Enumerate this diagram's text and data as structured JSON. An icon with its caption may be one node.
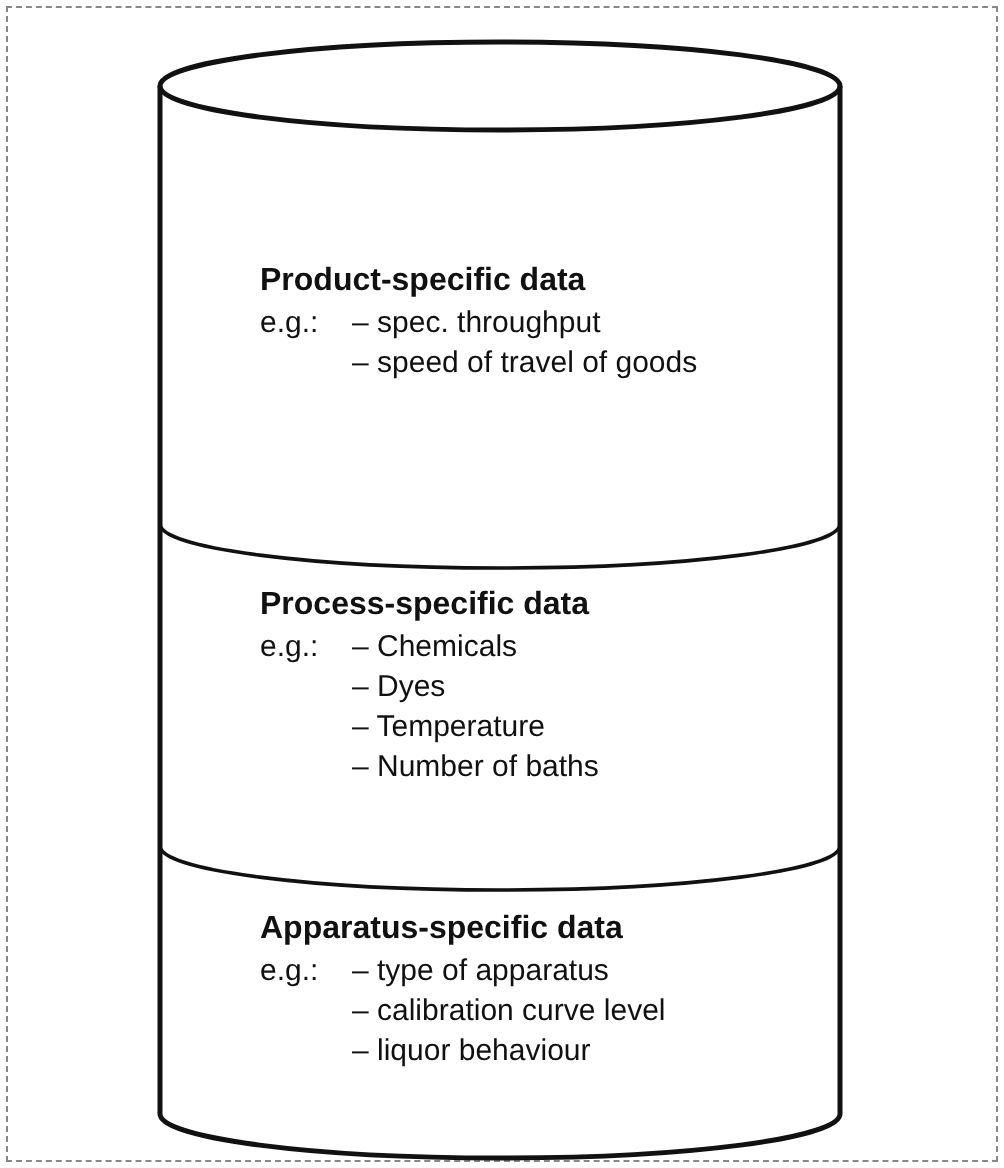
{
  "diagram": {
    "nodes": [
      {
        "text": [],
        "shape": "cylinder"
      },
      {
        "text": [
          "Product-specific data",
          "e.g.:",
          "– spec. throughput",
          "– speed of travel of goods"
        ],
        "in": 0
      },
      {
        "text": [
          "Process-specific data",
          "e.g.:",
          "– Chemicals",
          "– Dyes",
          "– Temperature",
          "– Number of baths"
        ],
        "in": 0
      },
      {
        "text": [
          "Apparatus-specific data",
          "e.g.:",
          "– type of apparatus",
          "– calibration curve level",
          "– liquor behaviour"
        ],
        "in": 0
      }
    ]
  }
}
